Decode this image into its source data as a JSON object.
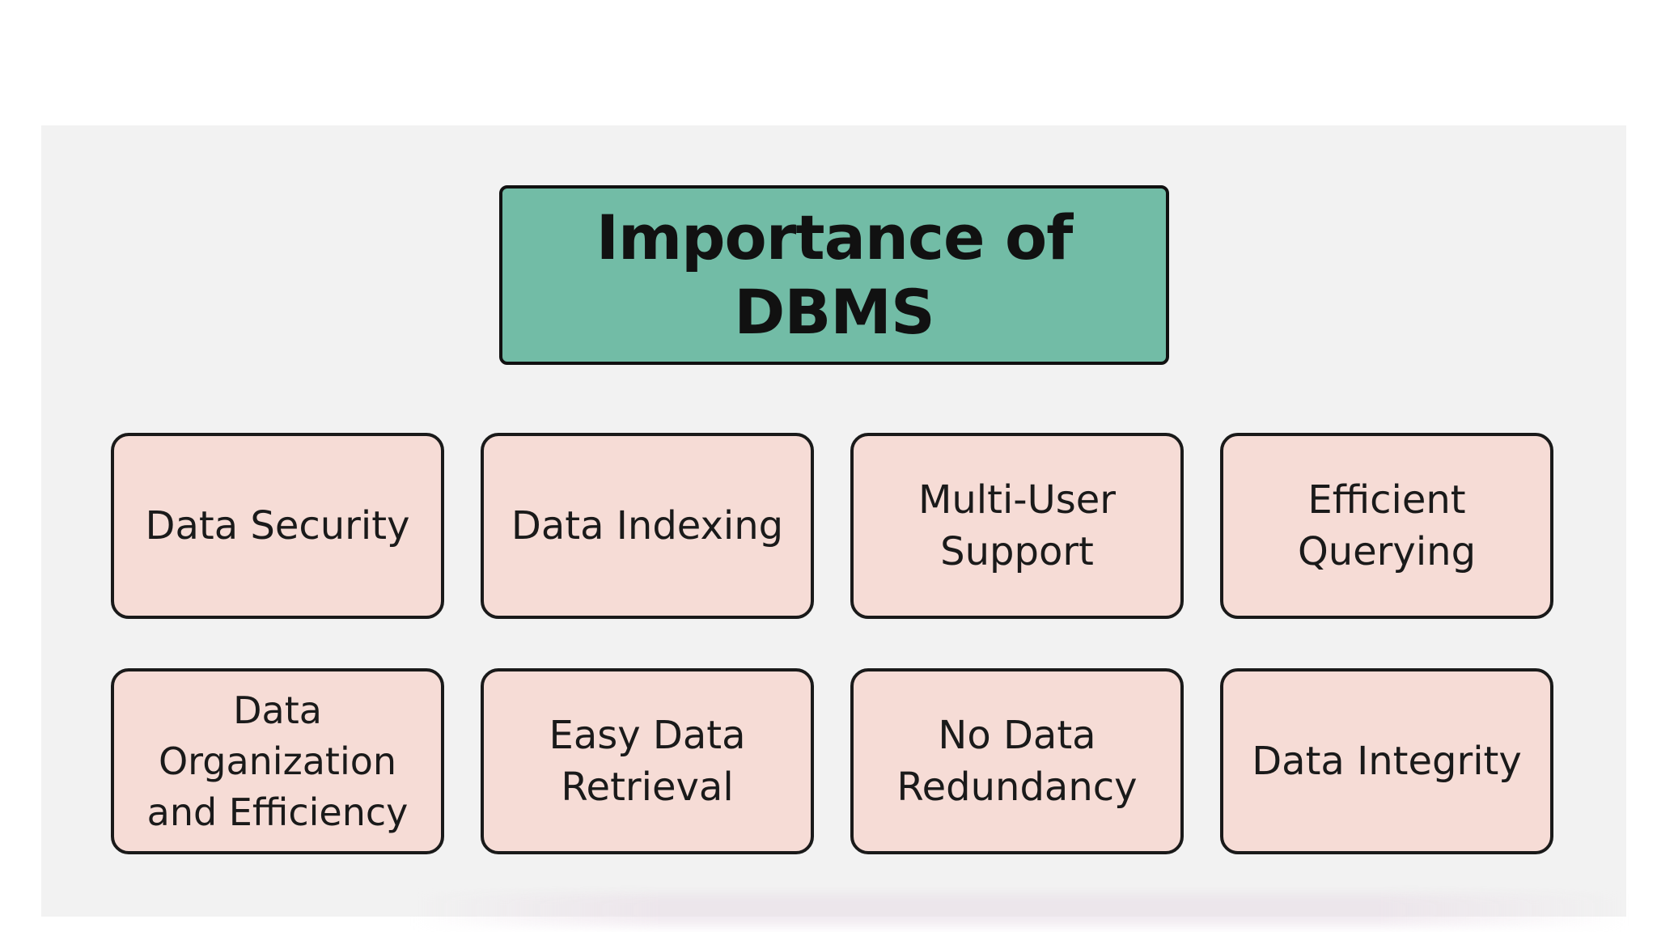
{
  "diagram": {
    "title": "Importance of DBMS",
    "colors": {
      "title_fill": "#72bca6",
      "card_fill": "#f6dcd6",
      "border": "#111111",
      "panel_bg": "#f2f2f2"
    },
    "items": [
      {
        "label": "Data Security"
      },
      {
        "label": "Data Indexing"
      },
      {
        "label": "Multi-User Support"
      },
      {
        "label": "Efficient Querying"
      },
      {
        "label": "Data Organization and Efficiency"
      },
      {
        "label": "Easy Data Retrieval"
      },
      {
        "label": "No Data Redundancy"
      },
      {
        "label": "Data Integrity"
      }
    ]
  }
}
